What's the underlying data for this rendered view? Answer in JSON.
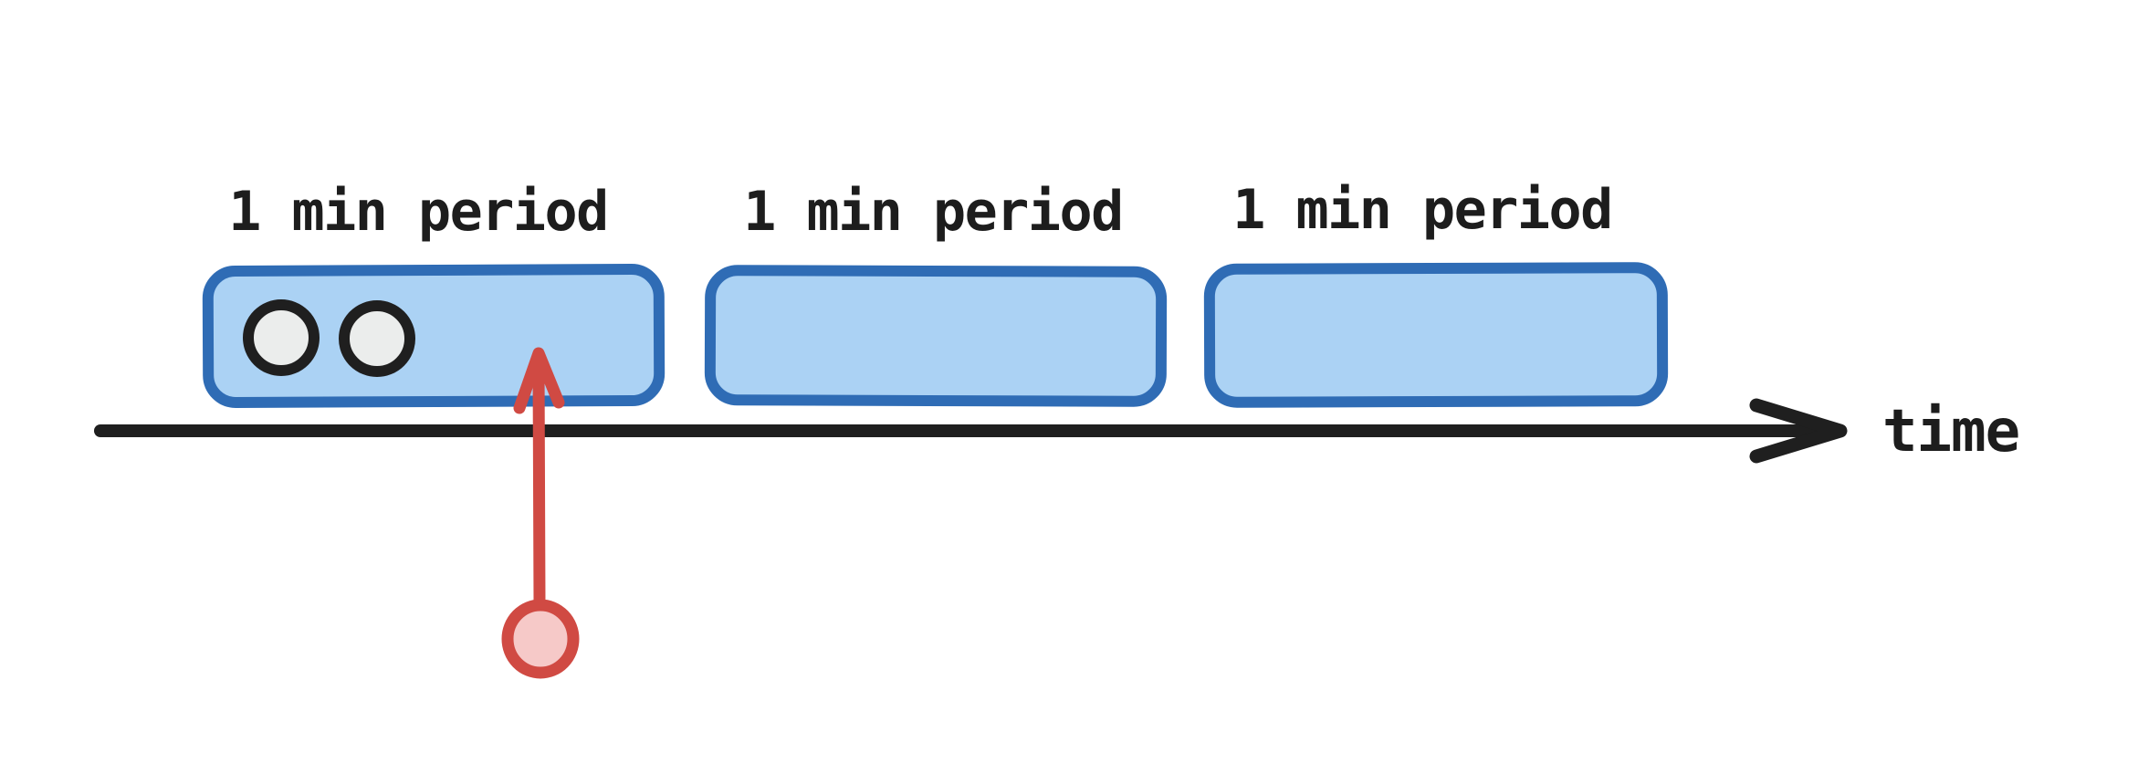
{
  "diagram": {
    "periods": [
      {
        "label": "1 min period",
        "event_count": 2
      },
      {
        "label": "1 min period",
        "event_count": 0
      },
      {
        "label": "1 min period",
        "event_count": 0
      }
    ],
    "axis_label": "time"
  },
  "colors": {
    "box-fill": "#abd2f4",
    "box-border": "#2f6cb5",
    "event-fill": "#ebedec",
    "event-stroke": "#1f1f1f",
    "axis": "#1f1f1f",
    "text": "#1d1d1d",
    "marker-red": "#d04a43",
    "marker-pink": "#f6c9c8"
  }
}
